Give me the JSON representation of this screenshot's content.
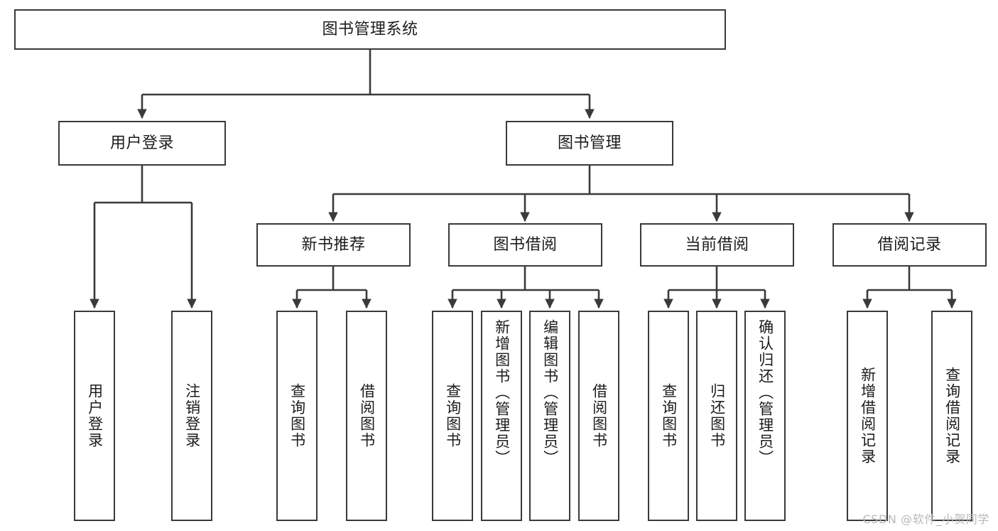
{
  "diagram": {
    "title": "图书管理系统",
    "type": "tree-hierarchy-diagram",
    "colors": {
      "box_border": "#3a3a3a",
      "box_fill": "#ffffff",
      "edge": "#3a3a3a",
      "text": "#1c1c1c",
      "watermark": "#b9b9b9",
      "background": "#ffffff"
    },
    "root": {
      "label": "图书管理系统"
    },
    "level2": [
      {
        "label": "用户登录"
      },
      {
        "label": "图书管理"
      }
    ],
    "level3": [
      {
        "label": "新书推荐"
      },
      {
        "label": "图书借阅"
      },
      {
        "label": "当前借阅"
      },
      {
        "label": "借阅记录"
      }
    ],
    "leaves": {
      "user_login": [
        {
          "label": "用户登录"
        },
        {
          "label": "注销登录"
        }
      ],
      "new_book_recommend": [
        {
          "label": "查询图书"
        },
        {
          "label": "借阅图书"
        }
      ],
      "book_borrow": [
        {
          "label": "查询图书"
        },
        {
          "label": "新增图书（管理员）"
        },
        {
          "label": "编辑图书（管理员）"
        },
        {
          "label": "借阅图书"
        }
      ],
      "current_borrow": [
        {
          "label": "查询图书"
        },
        {
          "label": "归还图书"
        },
        {
          "label": "确认归还（管理员）"
        }
      ],
      "borrow_record": [
        {
          "label": "新增借阅记录"
        },
        {
          "label": "查询借阅记录"
        }
      ]
    }
  },
  "watermark": {
    "text": "CSDN @软件_小贺同学"
  }
}
